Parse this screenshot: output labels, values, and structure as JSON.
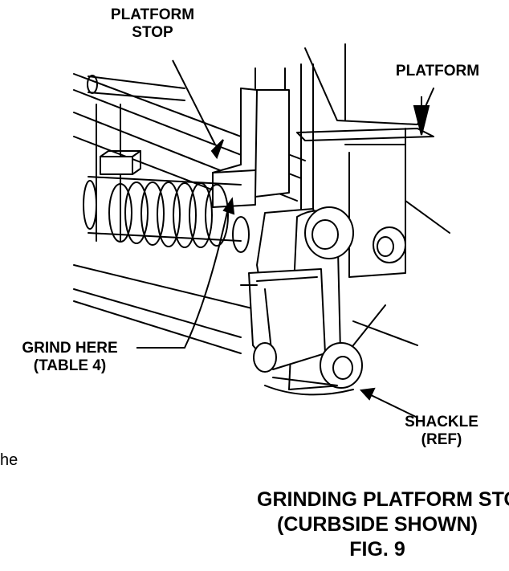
{
  "callouts": {
    "platform_stop": [
      "PLATFORM",
      "STOP"
    ],
    "platform": "PLATFORM",
    "grind_here": [
      "GRIND HERE",
      "(TABLE 4)"
    ],
    "shackle": [
      "SHACKLE",
      "(REF)"
    ]
  },
  "caption": {
    "line1": "GRINDING PLATFORM STOPS",
    "line2": "(CURBSIDE  SHOWN)",
    "line3": "FIG. 9"
  },
  "page_fragment": "he"
}
